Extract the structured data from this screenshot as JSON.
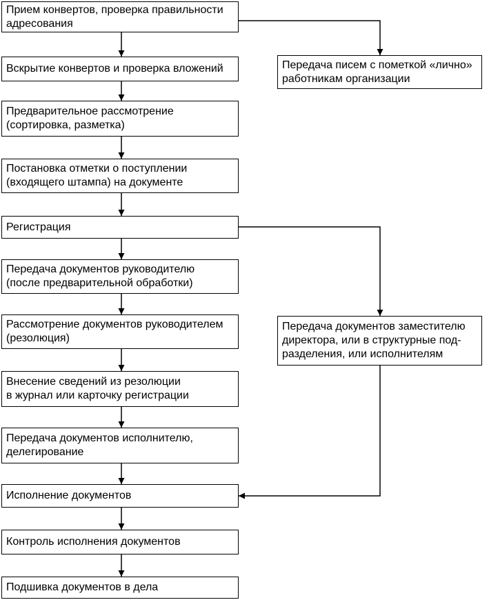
{
  "flowchart": {
    "main_steps": [
      "Прием конвертов, проверка правильности\nадресования",
      "Вскрытие конвертов и проверка вложений",
      "Предварительное рассмотрение\n(сортировка, разметка)",
      "Постановка отметки о поступлении\n(входящего штампа) на документе",
      "Регистрация",
      "Передача документов руководителю\n(после предварительной обработки)",
      "Рассмотрение документов руководителем\n(резолюция)",
      "Внесение сведений из резолюции\nв журнал или карточку регистрации",
      "Передача документов исполнителю,\nделегирование",
      "Исполнение документов",
      "Контроль исполнения документов",
      "Подшивка документов в дела"
    ],
    "side_steps": [
      "Передача писем с пометкой «лично»\nработникам организации",
      "Передача документов заместителю\nдиректора, или в структурные под-\nразделения, или исполнителям"
    ]
  }
}
